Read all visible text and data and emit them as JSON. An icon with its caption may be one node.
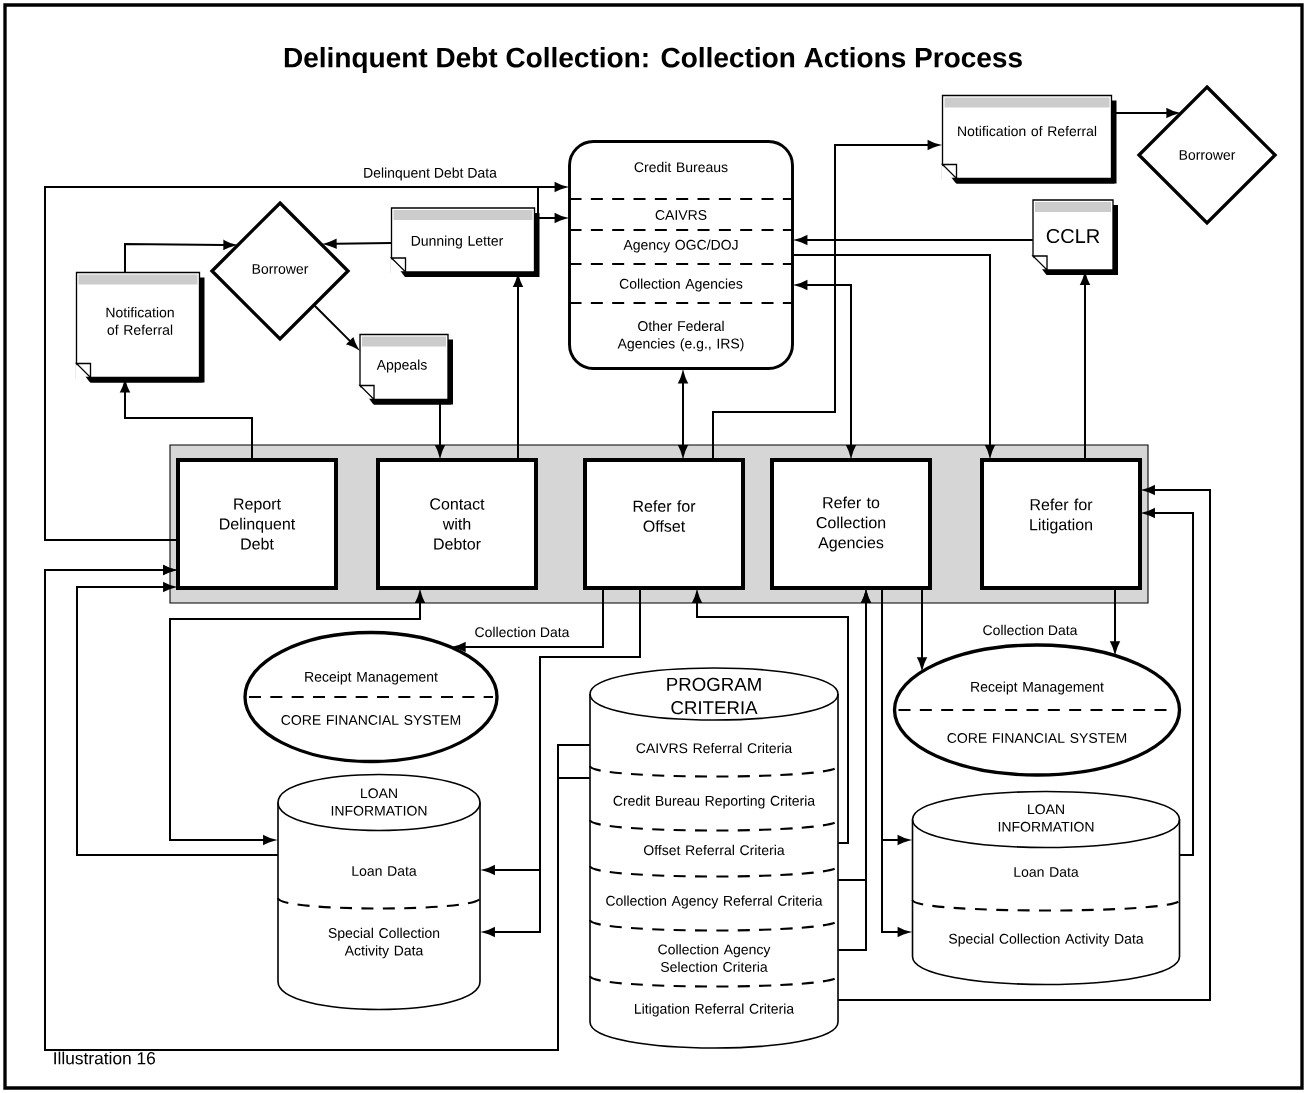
{
  "diagram": {
    "title": "Delinquent Debt Collection: Collection Actions Process",
    "nodes": [
      {
        "text": [
          "Credit Bureaus",
          "CAIVRS",
          "Agency OGC/DOJ",
          "Collection Agencies",
          "Other Federal Agencies (e.g., IRS)"
        ]
      },
      {
        "text": [
          "Notification of Referral"
        ]
      },
      {
        "text": [
          "Borrower"
        ]
      },
      {
        "text": [
          "Dunning Letter"
        ]
      },
      {
        "text": [
          "Borrower"
        ]
      },
      {
        "text": [
          "CCLR"
        ]
      },
      {
        "text": [
          "Notification of Referral"
        ]
      },
      {
        "text": [
          "Appeals"
        ]
      },
      {
        "text": [
          "Report Delinquent Debt"
        ]
      },
      {
        "text": [
          "Contact with Debtor"
        ]
      },
      {
        "text": [
          "Refer for Offset"
        ]
      },
      {
        "text": [
          "Refer to Collection Agencies"
        ]
      },
      {
        "text": [
          "Refer for Litigation"
        ]
      },
      {
        "text": [
          "Receipt Management",
          "CORE FINANCIAL SYSTEM"
        ]
      },
      {
        "text": [
          "PROGRAM CRITERIA",
          "CAIVRS Referral Criteria",
          "Credit Bureau Reporting Criteria",
          "Offset Referral Criteria",
          "Collection Agency Referral Criteria",
          "Collection Agency Selection Criteria",
          "Litigation Referral Criteria"
        ]
      },
      {
        "text": [
          "Receipt Management",
          "CORE FINANCIAL SYSTEM"
        ]
      },
      {
        "text": [
          "LOAN INFORMATION",
          "Loan Data",
          "Special Collection Activity Data"
        ]
      },
      {
        "text": [
          "LOAN INFORMATION",
          "Loan Data",
          "Special Collection Activity Data"
        ]
      }
    ],
    "edges": [
      {
        "from": 8,
        "to": 0,
        "arrow": "to",
        "label": "Delinquent Debt Data"
      },
      {
        "from": 8,
        "to": 0,
        "arrow": "to"
      },
      {
        "from": 8,
        "to": 6,
        "arrow": "to"
      },
      {
        "from": 6,
        "to": 4,
        "arrow": "to"
      },
      {
        "from": 3,
        "to": 4,
        "arrow": "to"
      },
      {
        "from": 4,
        "to": 7,
        "arrow": "to"
      },
      {
        "from": 7,
        "to": 9,
        "arrow": "to"
      },
      {
        "from": 9,
        "to": 3,
        "arrow": "to"
      },
      {
        "from": 10,
        "to": 0,
        "arrow": "both"
      },
      {
        "from": 10,
        "to": 1,
        "arrow": "to"
      },
      {
        "from": 1,
        "to": 2,
        "arrow": "to"
      },
      {
        "from": 5,
        "to": 0,
        "arrow": "to"
      },
      {
        "from": 0,
        "to": 12,
        "arrow": "to"
      },
      {
        "from": 0,
        "to": 11,
        "arrow": "both"
      },
      {
        "from": 12,
        "to": 5,
        "arrow": "to"
      },
      {
        "from": 10,
        "to": 13,
        "arrow": "to",
        "label": "Collection Data"
      },
      {
        "from": 9,
        "to": 16,
        "arrow": "both"
      },
      {
        "from": 16,
        "to": 8,
        "arrow": "to"
      },
      {
        "from": 14,
        "to": 8,
        "arrow": "to"
      },
      {
        "from": 14,
        "to": 8,
        "arrow": "to"
      },
      {
        "from": 10,
        "to": 16,
        "arrow": "to"
      },
      {
        "from": 10,
        "to": 16,
        "arrow": "to"
      },
      {
        "from": 14,
        "to": 10,
        "arrow": "to"
      },
      {
        "from": 14,
        "to": 11,
        "arrow": "to"
      },
      {
        "from": 14,
        "to": 11,
        "arrow": "to"
      },
      {
        "from": 11,
        "to": 17,
        "arrow": "to"
      },
      {
        "from": 11,
        "to": 17,
        "arrow": "to"
      },
      {
        "from": 11,
        "to": 15,
        "arrow": "to"
      },
      {
        "from": 12,
        "to": 15,
        "arrow": "to",
        "label": "Collection Data"
      },
      {
        "from": 17,
        "to": 12,
        "arrow": "to"
      },
      {
        "from": 14,
        "to": 12,
        "arrow": "to"
      }
    ],
    "labels": [
      "Illustration 16"
    ]
  }
}
